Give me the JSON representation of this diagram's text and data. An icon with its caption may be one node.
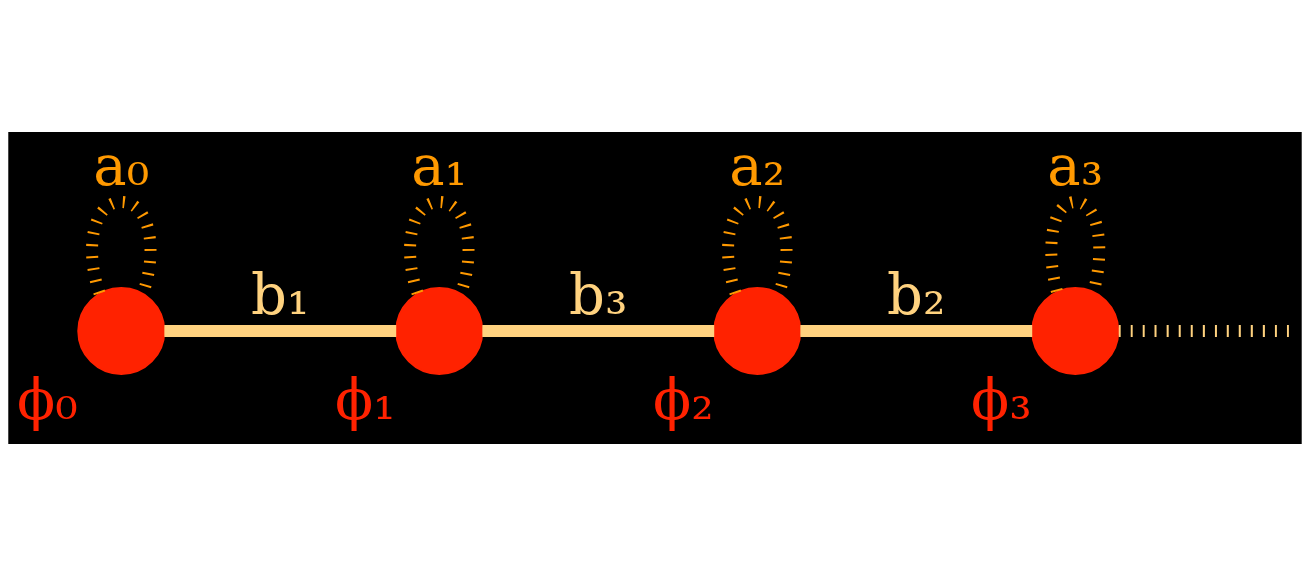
{
  "diagram": {
    "nodes": [
      {
        "text": [],
        "shape": "circle",
        "beside": [
          "ϕ₀"
        ]
      },
      {
        "text": [],
        "shape": "circle",
        "beside": [
          "ϕ₁"
        ]
      },
      {
        "text": [],
        "shape": "circle",
        "beside": [
          "ϕ₂"
        ]
      },
      {
        "text": [],
        "shape": "circle",
        "beside": [
          "ϕ₃"
        ]
      }
    ],
    "edges": [
      {
        "from": 0,
        "to": 0,
        "arrow": "none",
        "label": "a₀",
        "style": "dashed",
        "color": "#ff9900"
      },
      {
        "from": 1,
        "to": 1,
        "arrow": "none",
        "label": "a₁",
        "style": "dashed",
        "color": "#ff9900"
      },
      {
        "from": 2,
        "to": 2,
        "arrow": "none",
        "label": "a₂",
        "style": "dashed",
        "color": "#ff9900"
      },
      {
        "from": 3,
        "to": 3,
        "arrow": "none",
        "label": "a₃",
        "style": "dashed",
        "color": "#ff9900"
      },
      {
        "from": 0,
        "to": 1,
        "arrow": "none",
        "label": "b₁",
        "color": "#ffd27f"
      },
      {
        "from": 1,
        "to": 2,
        "arrow": "none",
        "label": "b₃",
        "color": "#ffd27f"
      },
      {
        "from": 2,
        "to": 3,
        "arrow": "none",
        "label": "b₂",
        "color": "#ffd27f"
      },
      {
        "from": 3,
        "to": null,
        "arrow": "none",
        "style": "dashed",
        "color": "#ffd27f"
      }
    ]
  }
}
